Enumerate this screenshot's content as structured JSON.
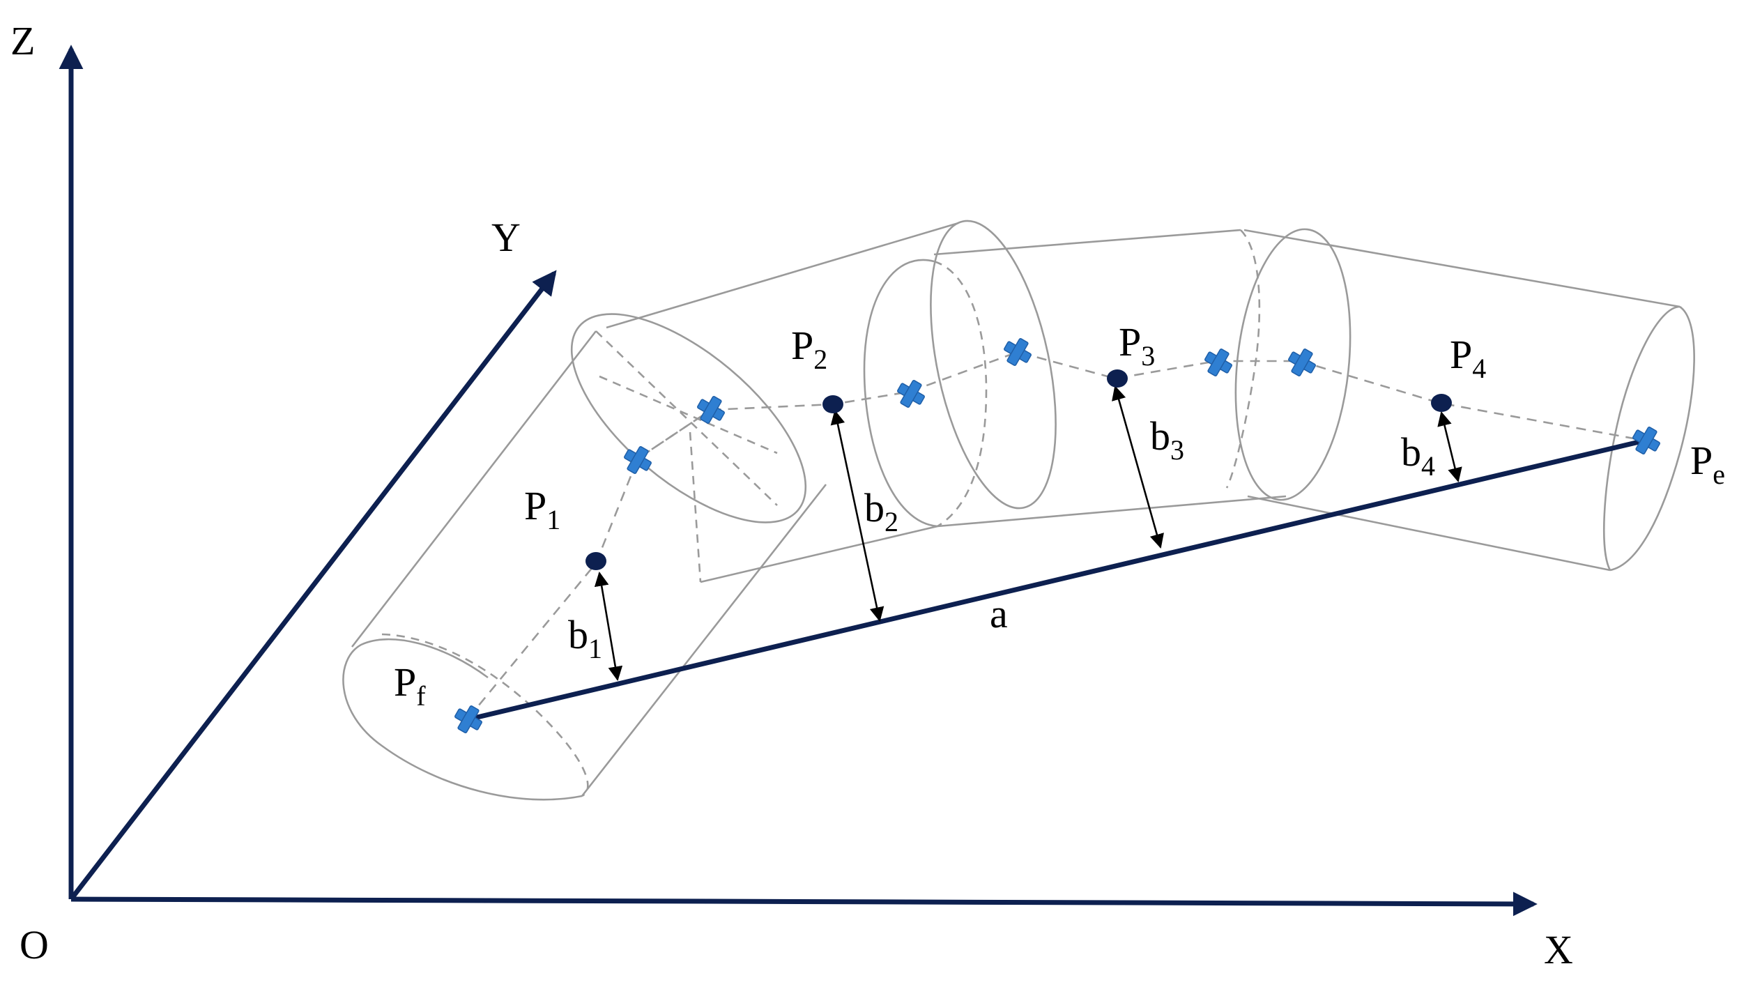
{
  "axes": {
    "z": "Z",
    "y": "Y",
    "x": "X",
    "origin": "O"
  },
  "points": {
    "p1": {
      "main": "P",
      "sub": "1"
    },
    "p2": {
      "main": "P",
      "sub": "2"
    },
    "p3": {
      "main": "P",
      "sub": "3"
    },
    "p4": {
      "main": "P",
      "sub": "4"
    },
    "pf": {
      "main": "P",
      "sub": "f"
    },
    "pe": {
      "main": "P",
      "sub": "e"
    }
  },
  "distances": {
    "a": "a",
    "b1": {
      "main": "b",
      "sub": "1"
    },
    "b2": {
      "main": "b",
      "sub": "2"
    },
    "b3": {
      "main": "b",
      "sub": "3"
    },
    "b4": {
      "main": "b",
      "sub": "4"
    }
  },
  "colors": {
    "axis": "#0d2050",
    "cylinder": "#9a9a9a",
    "cross_marker": "#2f7fd2",
    "node": "#0d2050"
  },
  "icons": {
    "segment_marker": "blue-cross-icon",
    "node_marker": "filled-dot-icon"
  }
}
